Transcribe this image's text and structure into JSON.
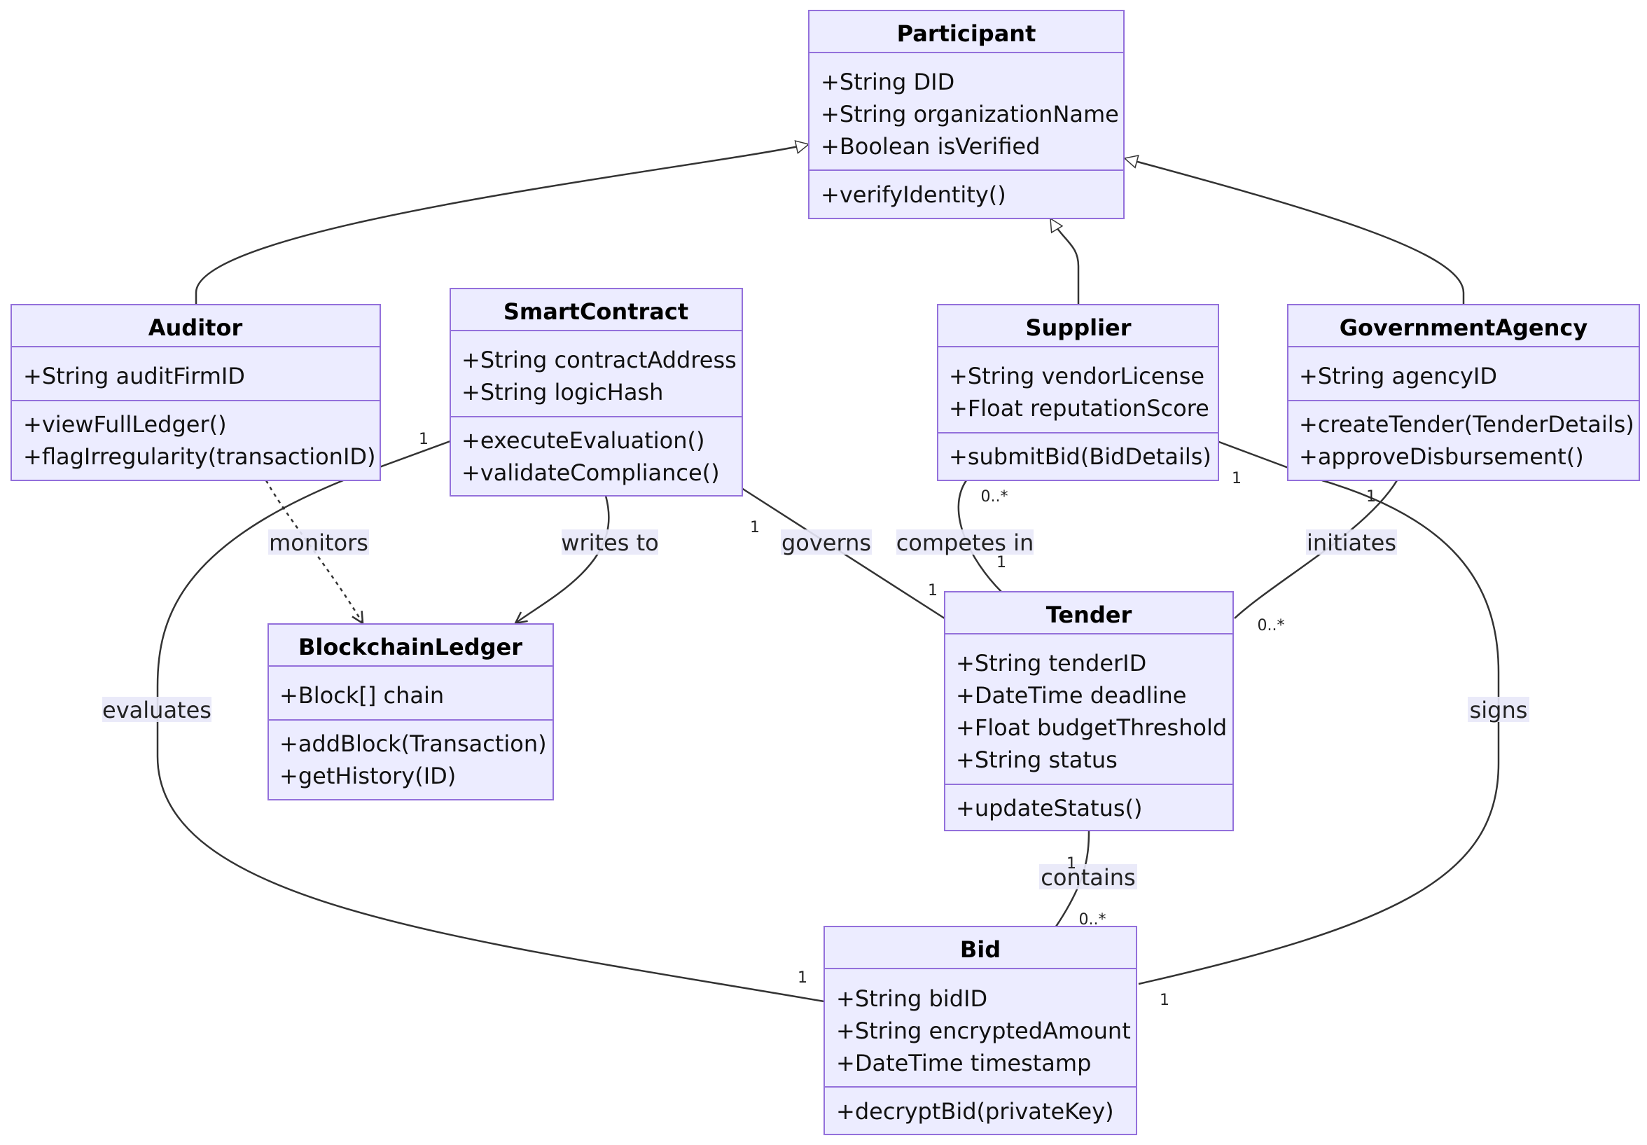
{
  "classes": {
    "participant": {
      "name": "Participant",
      "attributes": [
        "+String DID",
        "+String organizationName",
        "+Boolean isVerified"
      ],
      "methods": [
        "+verifyIdentity()"
      ]
    },
    "auditor": {
      "name": "Auditor",
      "attributes": [
        "+String auditFirmID"
      ],
      "methods": [
        "+viewFullLedger()",
        "+flagIrregularity(transactionID)"
      ]
    },
    "smartcontract": {
      "name": "SmartContract",
      "attributes": [
        "+String contractAddress",
        "+String logicHash"
      ],
      "methods": [
        "+executeEvaluation()",
        "+validateCompliance()"
      ]
    },
    "supplier": {
      "name": "Supplier",
      "attributes": [
        "+String vendorLicense",
        "+Float reputationScore"
      ],
      "methods": [
        "+submitBid(BidDetails)"
      ]
    },
    "government": {
      "name": "GovernmentAgency",
      "attributes": [
        "+String agencyID"
      ],
      "methods": [
        "+createTender(TenderDetails)",
        "+approveDisbursement()"
      ]
    },
    "ledger": {
      "name": "BlockchainLedger",
      "attributes": [
        "+Block[] chain"
      ],
      "methods": [
        "+addBlock(Transaction)",
        "+getHistory(ID)"
      ]
    },
    "tender": {
      "name": "Tender",
      "attributes": [
        "+String tenderID",
        "+DateTime deadline",
        "+Float budgetThreshold",
        "+String status"
      ],
      "methods": [
        "+updateStatus()"
      ]
    },
    "bid": {
      "name": "Bid",
      "attributes": [
        "+String bidID",
        "+String encryptedAmount",
        "+DateTime timestamp"
      ],
      "methods": [
        "+decryptBid(privateKey)"
      ]
    }
  },
  "relations": {
    "monitors": "monitors",
    "writes_to": "writes to",
    "governs": "governs",
    "competes_in": "competes in",
    "initiates": "initiates",
    "evaluates": "evaluates",
    "signs": "signs",
    "contains": "contains"
  },
  "multiplicities": {
    "sc_evaluates": "1",
    "bid_evaluates": "1",
    "sc_governs": "1",
    "tender_governs": "1",
    "supplier_competes": "0..*",
    "tender_competes": "1",
    "gov_initiates": "1",
    "tender_initiates": "0..*",
    "supplier_signs": "1",
    "bid_signs": "1",
    "tender_contains": "1",
    "bid_contains": "0..*"
  },
  "colors": {
    "box_fill": "#ECECFF",
    "box_stroke": "#9370DB",
    "edge": "#333333"
  }
}
